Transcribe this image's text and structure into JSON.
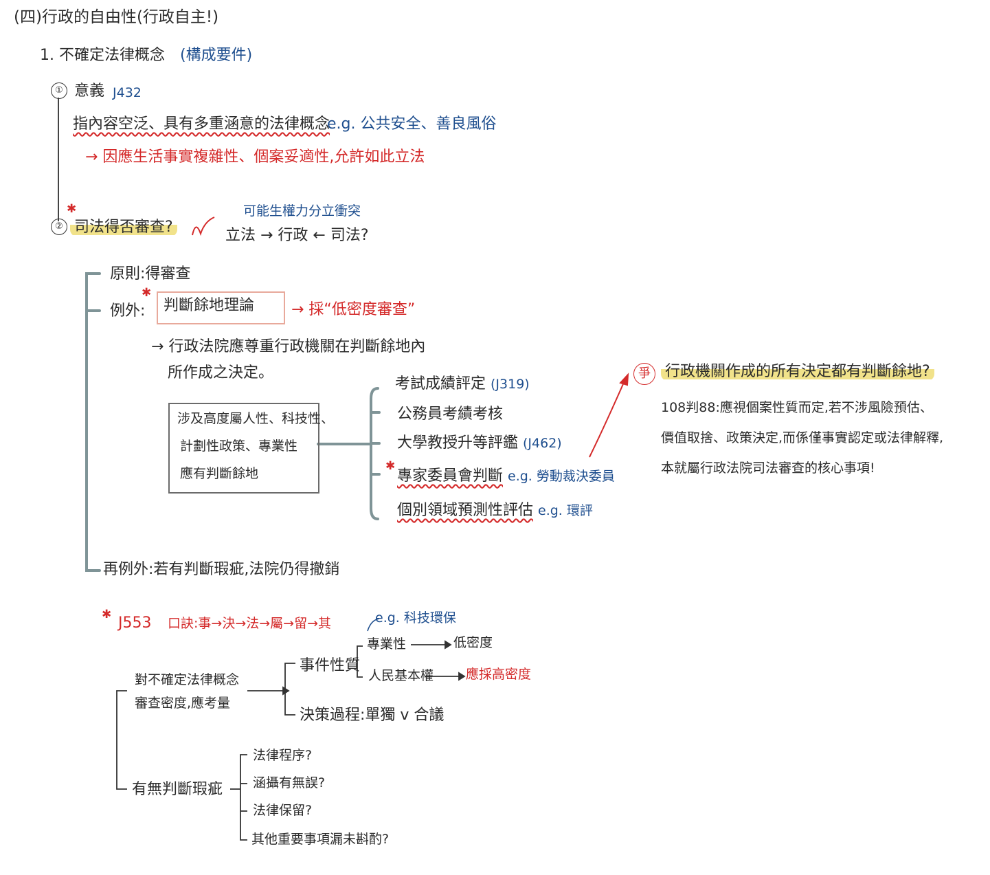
{
  "heading": "(四)行政的自由性(行政自主!)",
  "section1": {
    "label": "1. 不確定法律概念",
    "note": "(構成要件)"
  },
  "item1": {
    "num": "①",
    "title": "意義",
    "ref": "J432",
    "definition": "指內容空泛、具有多重涵意的法律概念",
    "examples": "e.g. 公共安全、善良風俗",
    "reason": "→ 因應生活事實複雜性、個案妥適性,允許如此立法"
  },
  "item2": {
    "num": "②",
    "title": "司法得否審查?",
    "conflict_note": "可能生權力分立衝突",
    "conflict_chain": "立法 → 行政 ← 司法?"
  },
  "principle": "原則:得審查",
  "exception": {
    "label": "例外:",
    "theory": "判斷餘地理論",
    "arrow_note": "→ 採“低密度審查”",
    "respect_line1": "→ 行政法院應尊重行政機關在判斷餘地內",
    "respect_line2": "所作成之決定。"
  },
  "attributes_box": [
    "涉及高度屬人性、科技性、",
    "計劃性政策、專業性",
    "應有判斷餘地"
  ],
  "categories": [
    {
      "text": "考試成績評定",
      "ref": "(J319)"
    },
    {
      "text": "公務員考績考核",
      "ref": ""
    },
    {
      "text": "大學教授升等評鑑",
      "ref": "(J462)"
    },
    {
      "text": "專家委員會判斷",
      "ref": "e.g. 勞動裁決委員"
    },
    {
      "text": "個別領域預測性評估",
      "ref": "e.g. 環評"
    }
  ],
  "right_note": {
    "badge": "爭",
    "question": "行政機關作成的所有決定都有判斷餘地?",
    "line1": "108判88:應視個案性質而定,若不涉風險預估、",
    "line2": "價值取捨、政策決定,而係僅事實認定或法律解釋,",
    "line3": "本就屬行政法院司法審查的核心事項!"
  },
  "re_exception": "再例外:若有判斷瑕疵,法院仍得撤銷",
  "j553": {
    "ref": "J553",
    "mnemonic": "口訣:事→決→法→屬→留→其",
    "eg": "e.g. 科技環保",
    "review_label_line1": "對不確定法律概念",
    "review_label_line2": "審查密度,應考量",
    "nature_label": "事件性質",
    "nature_items": [
      {
        "text": "專業性",
        "result": "低密度"
      },
      {
        "text": "人民基本權",
        "result": "應採高密度"
      }
    ],
    "process_label": "決策過程:單獨 v 合議",
    "defect_label": "有無判斷瑕疵",
    "defect_items": [
      "法律程序?",
      "涵攝有無誤?",
      "法律保留?",
      "其他重要事項漏未斟酌?"
    ]
  }
}
